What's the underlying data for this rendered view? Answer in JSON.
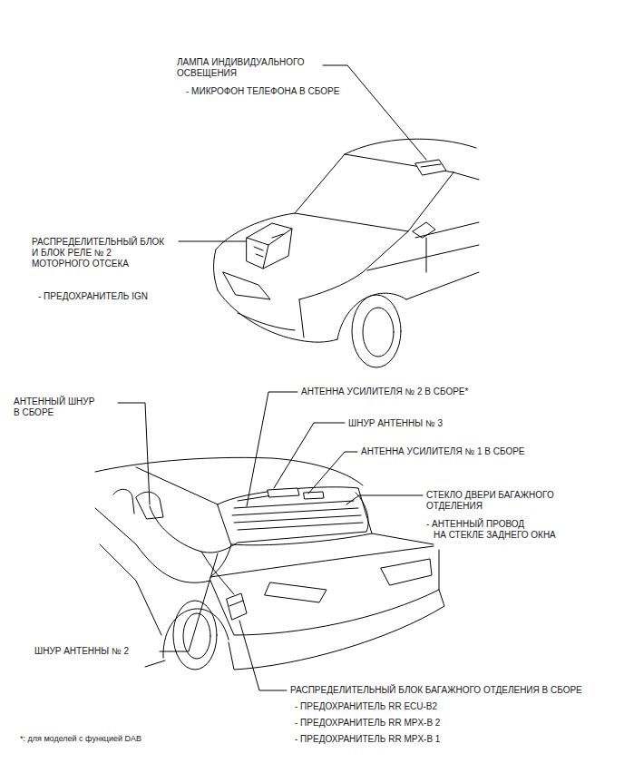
{
  "diagram": {
    "labels": [
      "ЛАМПА ИНДИВИДУАЛЬНОГО ОСВЕЩЕНИЯ",
      "- МИКРОФОН ТЕЛЕФОНА В СБОРЕ",
      "РАСПРЕДЕЛИТЕЛЬНЫЙ БЛОК И БЛОК РЕЛЕ № 2 МОТОРНОГО ОТСЕКА",
      "- ПРЕДОХРАНИТЕЛЬ IGN",
      "АНТЕННЫЙ ШНУР В СБОРЕ",
      "АНТЕННА УСИЛИТЕЛЯ № 2 В СБОРЕ*",
      "ШНУР АНТЕННЫ № 3",
      "АНТЕННА УСИЛИТЕЛЯ № 1 В СБОРЕ",
      "СТЕКЛО ДВЕРИ БАГАЖНОГО ОТДЕЛЕНИЯ",
      "- АНТЕННЫЙ ПРОВОД НА СТЕКЛЕ ЗАДНЕГО ОКНА",
      "ШНУР АНТЕННЫ № 2",
      "РАСПРЕДЕЛИТЕЛЬНЫЙ БЛОК БАГАЖНОГО ОТДЕЛЕНИЯ В СБОРЕ",
      "- ПРЕДОХРАНИТЕЛЬ RR ECU-B2",
      "- ПРЕДОХРАНИТЕЛЬ RR MPX-B 2",
      "- ПРЕДОХРАНИТЕЛЬ RR MPX-B 1",
      "*: для моделей с функцией DAB"
    ]
  }
}
